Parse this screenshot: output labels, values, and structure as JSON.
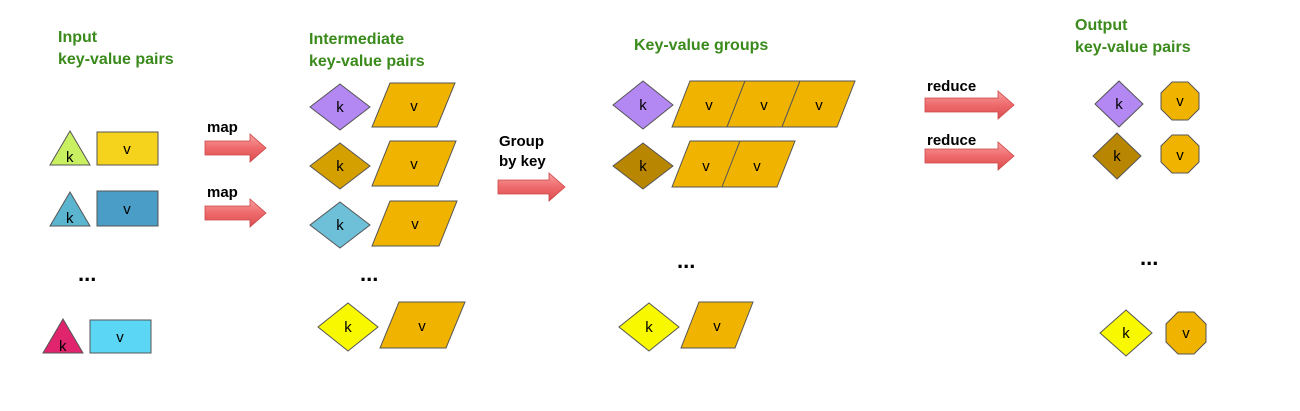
{
  "titles": {
    "input": [
      "Input",
      "key-value pairs"
    ],
    "intermediate": [
      "Intermediate",
      "key-value pairs"
    ],
    "groups": [
      "Key-value groups"
    ],
    "output": [
      "Output",
      "key-value pairs"
    ]
  },
  "arrows": {
    "map": "map",
    "group": [
      "Group",
      "by key"
    ],
    "reduce": "reduce"
  },
  "symbols": {
    "key": "k",
    "value": "v",
    "ellipsis": "..."
  },
  "colors": {
    "title": "#3a8a1c",
    "arrow": "#ef6a6c",
    "value_gold": "#f0b400",
    "outline": "#555555",
    "triangle_green": "#c8f060",
    "rect_yellow": "#f5d21c",
    "triangle_teal": "#5bb5cf",
    "rect_blue": "#4a9dc6",
    "triangle_magenta": "#e0246e",
    "rect_cyan": "#5cd6f5",
    "diamond_purple": "#b388f2",
    "diamond_gold": "#d4a000",
    "diamond_lightblue": "#6ec0d9",
    "diamond_yellow": "#f8f800",
    "diamond_brown": "#b88600"
  }
}
